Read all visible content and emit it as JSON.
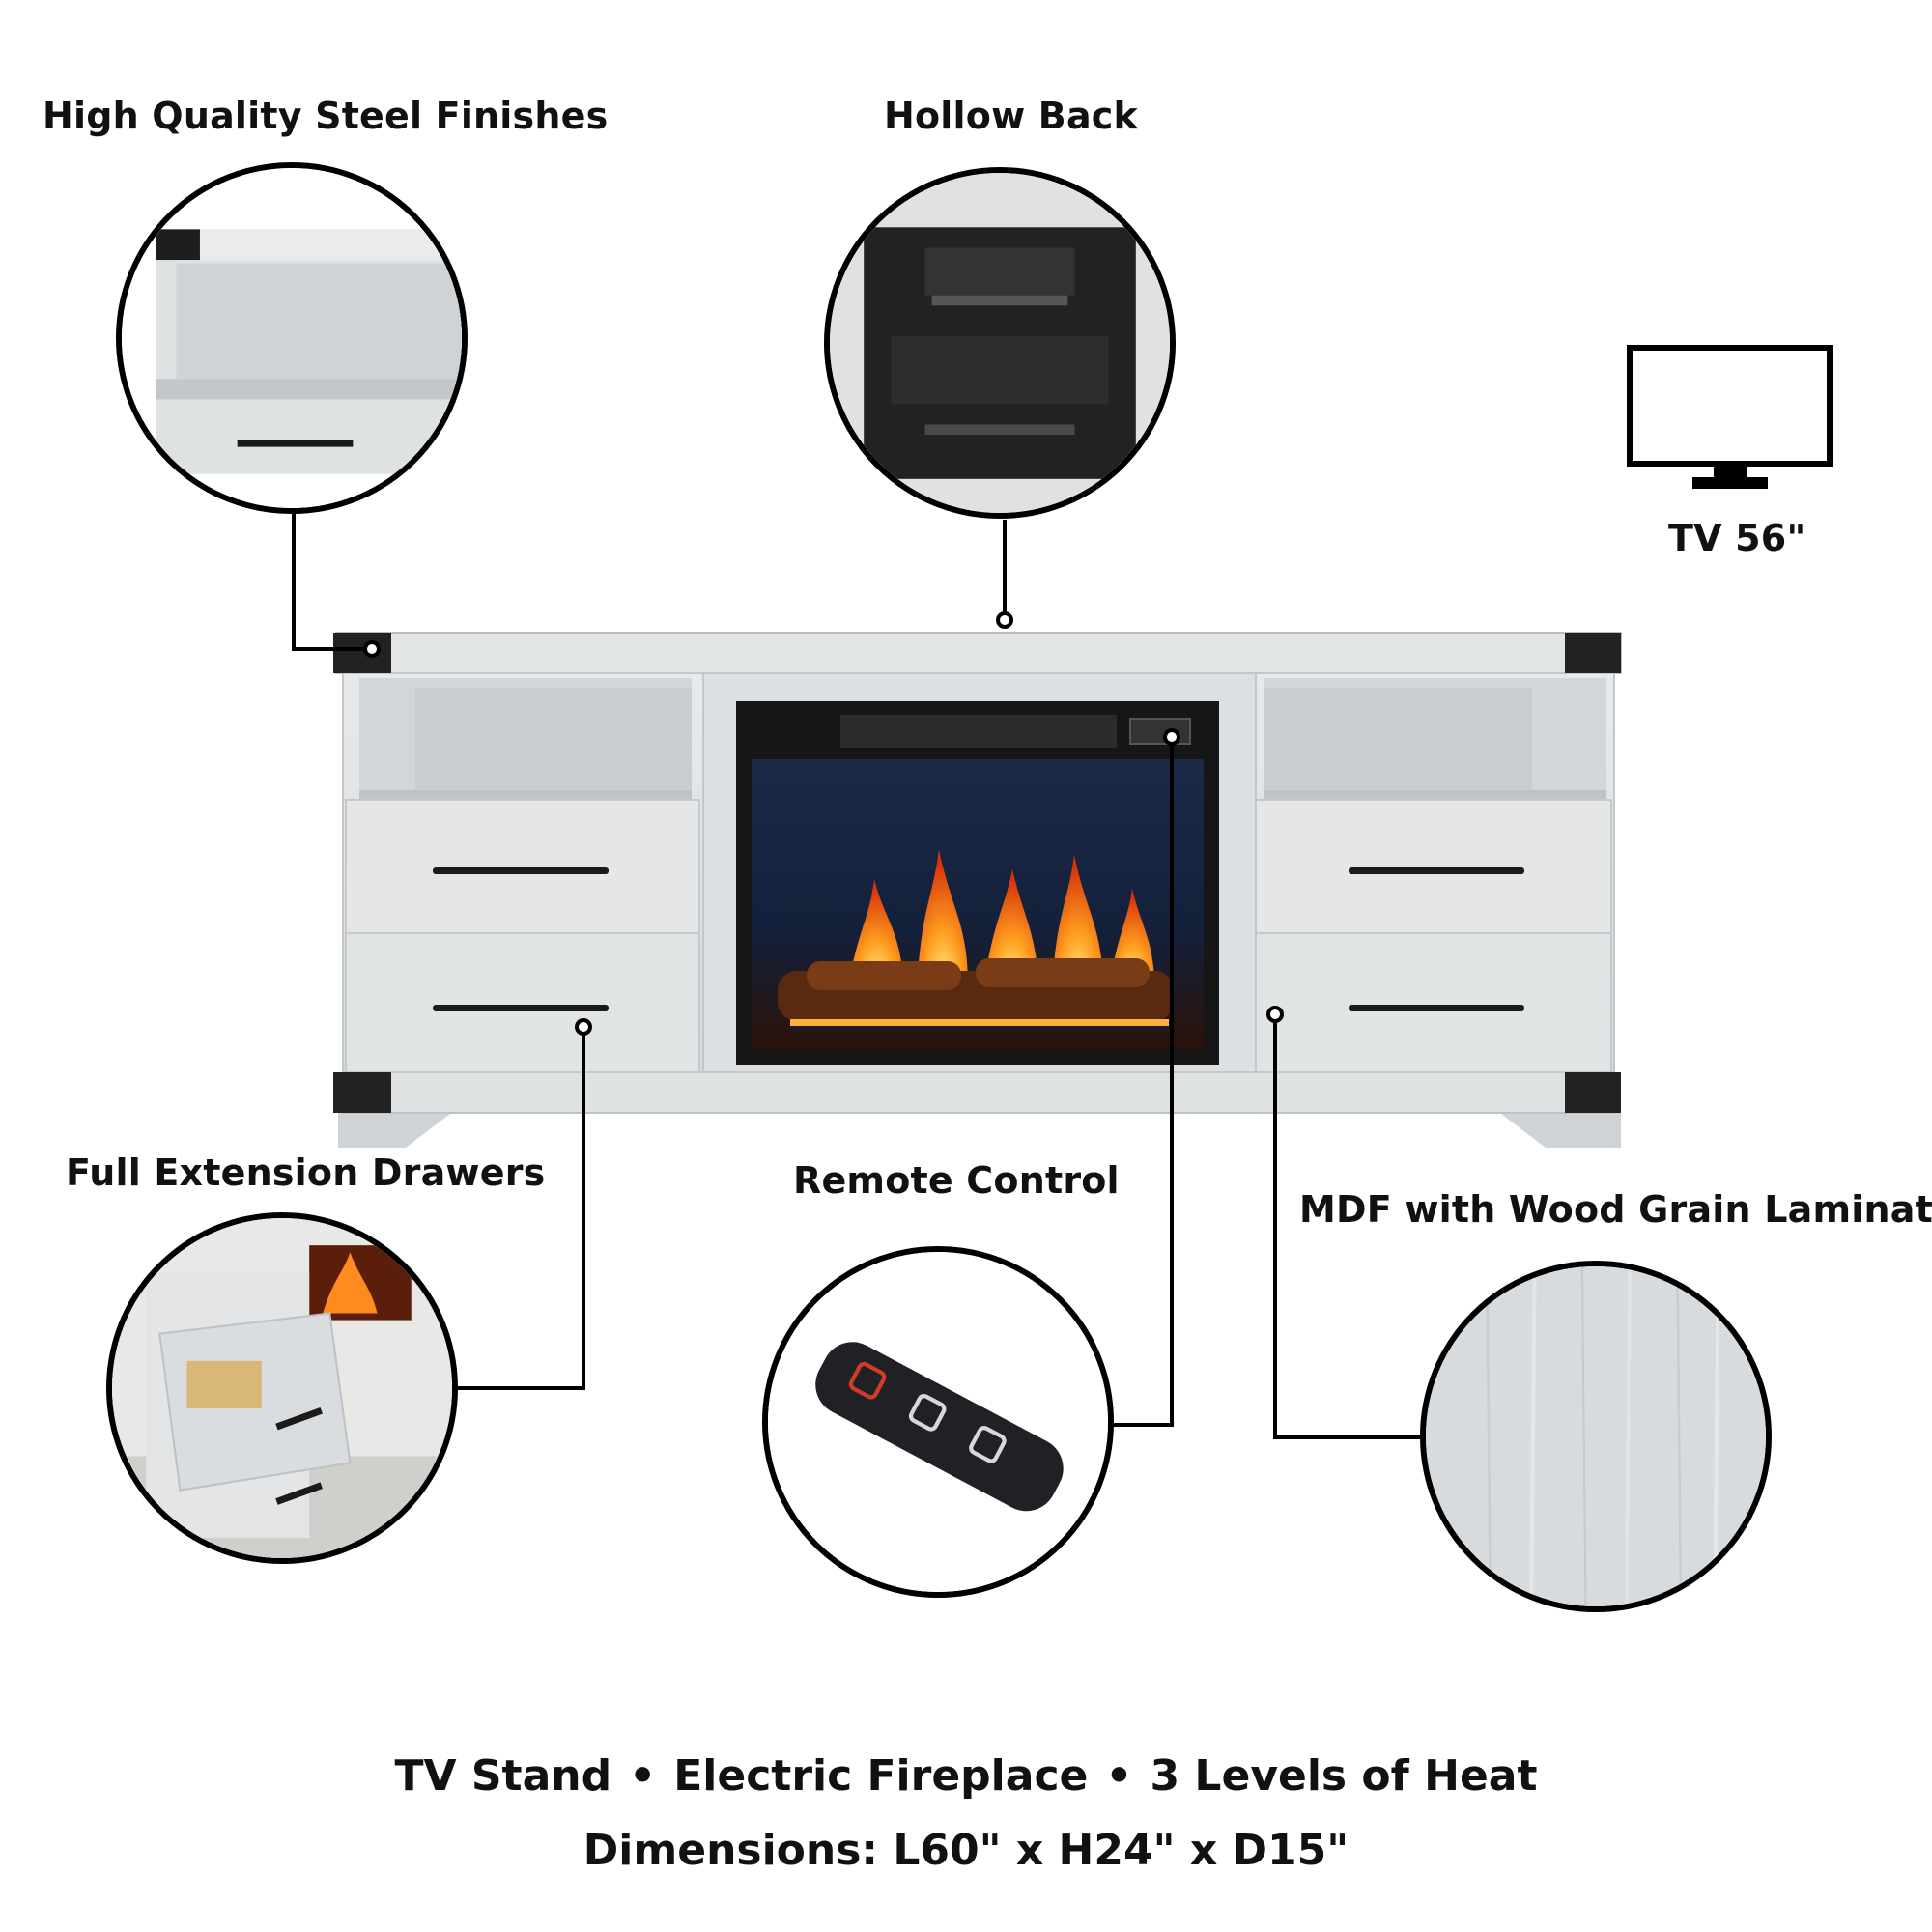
{
  "callouts": {
    "steel": "High Quality Steel Finishes",
    "hollow_back": "Hollow Back",
    "tv_size": "TV 56\"",
    "drawers": "Full Extension Drawers",
    "remote": "Remote Control",
    "mdf": "MDF with Wood Grain Laminate"
  },
  "features": {
    "item1": "TV Stand",
    "item2": "Electric Fireplace",
    "item3": "3 Levels of Heat",
    "separator": "•"
  },
  "dimensions": "Dimensions: L60\" x H24\" x D15\""
}
